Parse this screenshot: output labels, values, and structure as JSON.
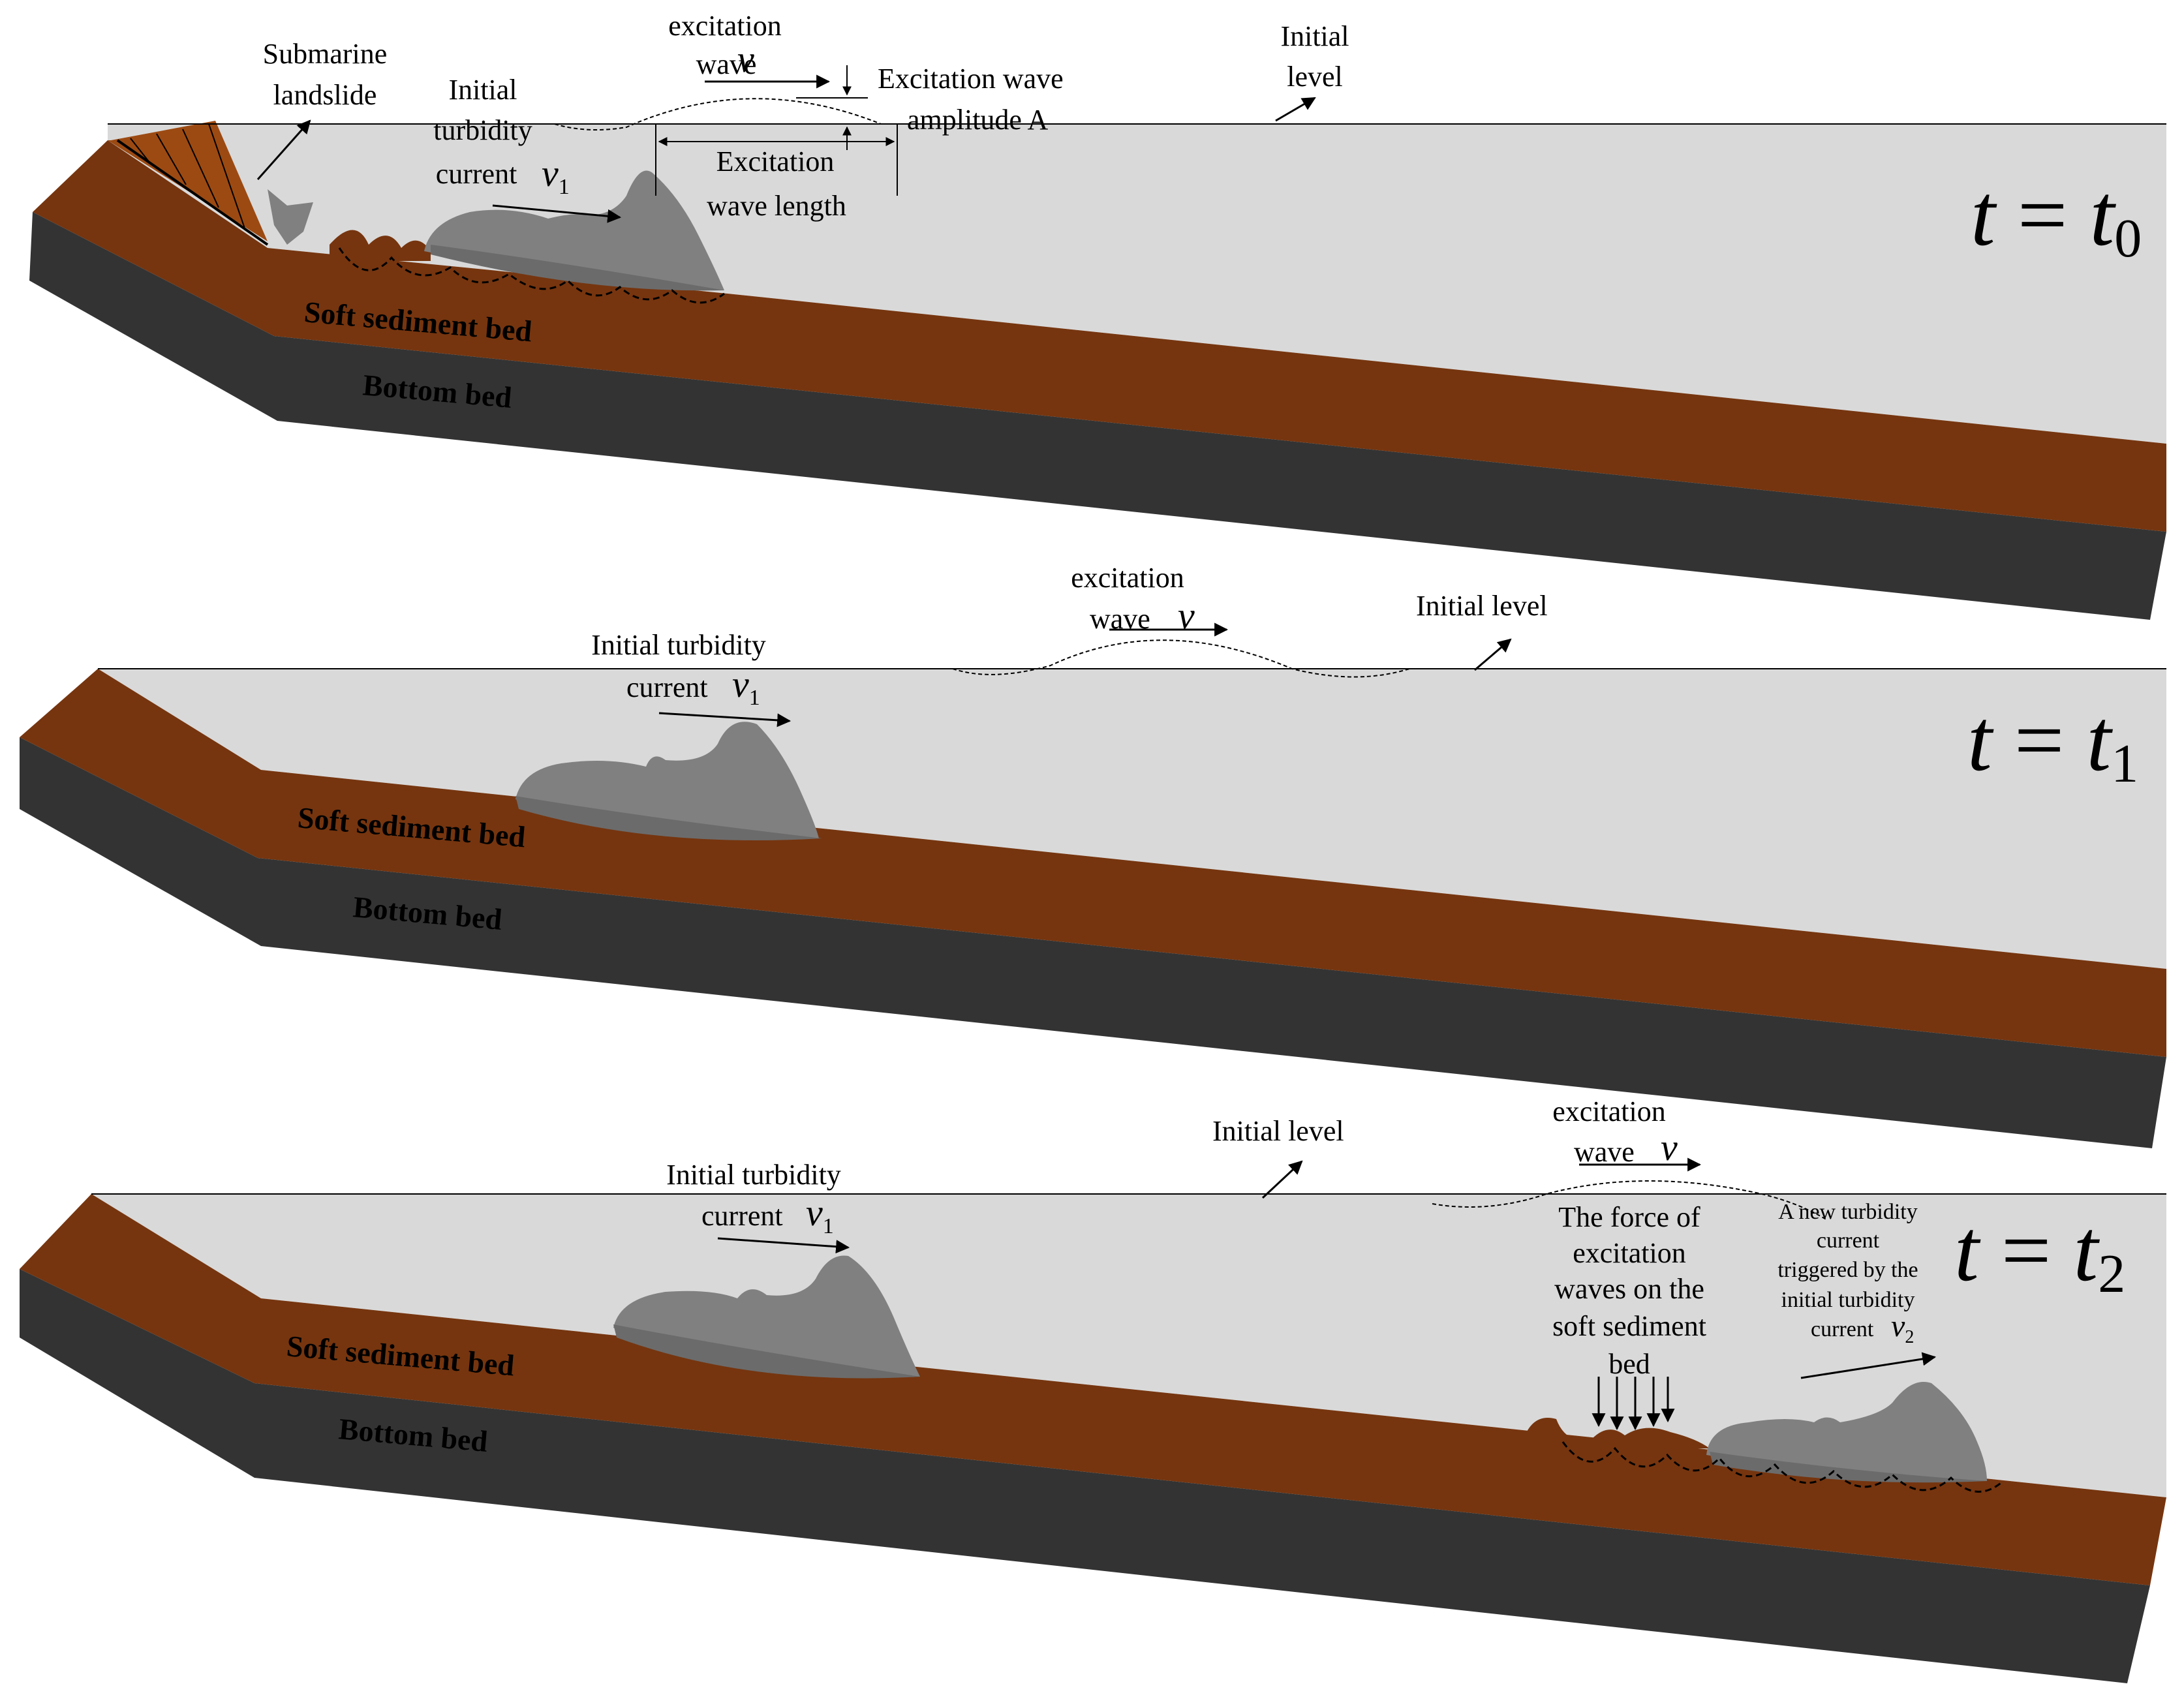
{
  "colors": {
    "water": "#d9d9d9",
    "soft_sediment": "#76350f",
    "bottom_bed": "#333333",
    "turbidity": "#808080",
    "turbidity_base": "#6b6b6b",
    "landslide": "#9c4a12"
  },
  "panel1": {
    "time": {
      "t": "t",
      "eq": " = ",
      "sub": "0"
    },
    "submarine_landslide": [
      "Submarine",
      "landslide"
    ],
    "initial_turbidity": [
      "Initial",
      "turbidity",
      "current"
    ],
    "v1": {
      "v": "v",
      "sub": "1"
    },
    "excitation_wave": [
      "excitation",
      "wave"
    ],
    "v": "v",
    "excitation_amplitude": [
      "Excitation wave",
      "amplitude A"
    ],
    "excitation_length": [
      "Excitation",
      "wave  length"
    ],
    "initial_level": [
      "Initial",
      "level"
    ],
    "soft_sediment_bed": "Soft sediment bed",
    "bottom_bed": "Bottom bed"
  },
  "panel2": {
    "time": {
      "t": "t",
      "eq": " = ",
      "sub": "1"
    },
    "initial_turbidity": [
      "Initial turbidity",
      "current"
    ],
    "v1": {
      "v": "v",
      "sub": "1"
    },
    "excitation_wave": [
      "excitation",
      "wave"
    ],
    "v": "v",
    "initial_level": "Initial level",
    "soft_sediment_bed": "Soft sediment bed",
    "bottom_bed": "Bottom bed"
  },
  "panel3": {
    "time": {
      "t": "t",
      "eq": " = ",
      "sub": "2"
    },
    "initial_level": "Initial level",
    "initial_turbidity": [
      "Initial turbidity",
      "current"
    ],
    "v1": {
      "v": "v",
      "sub": "1"
    },
    "excitation_wave": [
      "excitation",
      "wave"
    ],
    "v": "v",
    "force": [
      "The force of",
      "excitation",
      "waves on the",
      "soft sediment",
      "bed"
    ],
    "new_turbidity": [
      "A new turbidity",
      "current",
      "triggered by the",
      "initial turbidity",
      "current"
    ],
    "v2": {
      "v": "v",
      "sub": "2"
    },
    "soft_sediment_bed": "Soft sediment bed",
    "bottom_bed": "Bottom bed"
  }
}
